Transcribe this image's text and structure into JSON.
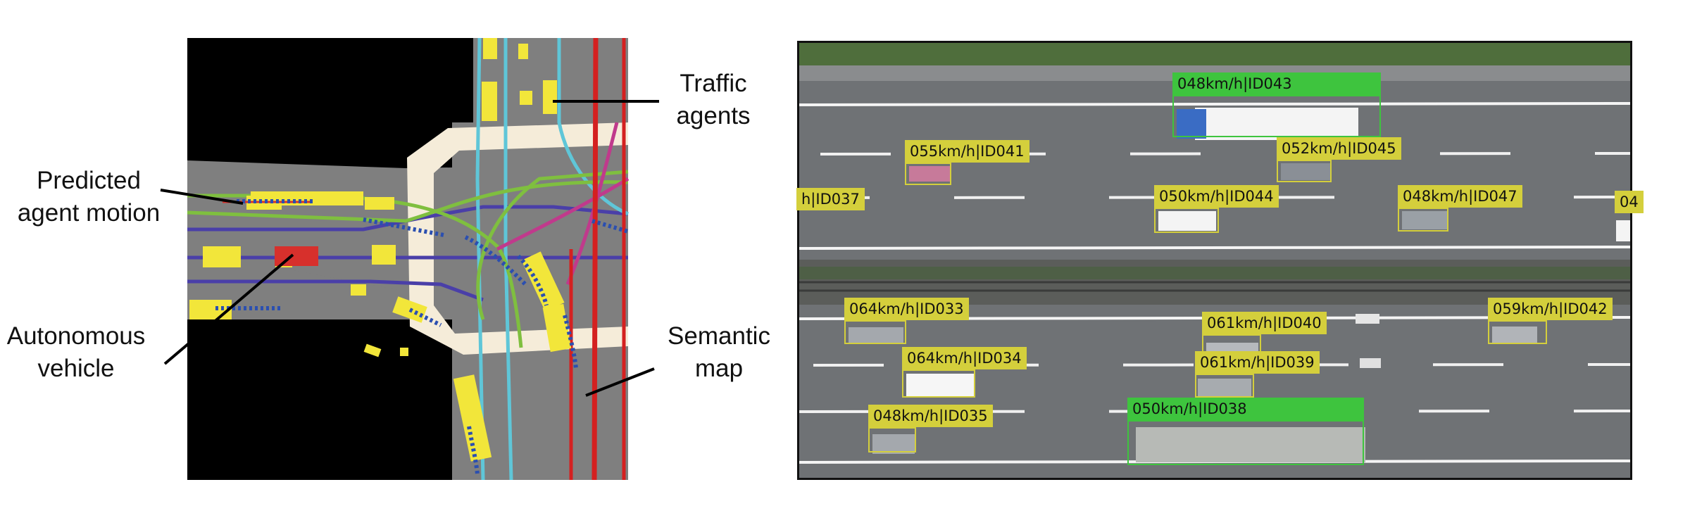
{
  "callouts": {
    "traffic_agents": [
      "Traffic",
      "agents"
    ],
    "predicted_motion": [
      "Predicted",
      "agent motion"
    ],
    "autonomous_vehicle": [
      "Autonomous",
      "vehicle"
    ],
    "semantic_map": [
      "Semantic",
      "map"
    ]
  },
  "detections": [
    {
      "label": "048km/h|ID043",
      "color": "#3ec43e"
    },
    {
      "label": "055km/h|ID041",
      "color": "#d4cf3c"
    },
    {
      "label": "052km/h|ID045",
      "color": "#d4cf3c"
    },
    {
      "label": "h|ID037",
      "color": "#d4cf3c"
    },
    {
      "label": "050km/h|ID044",
      "color": "#d4cf3c"
    },
    {
      "label": "048km/h|ID047",
      "color": "#d4cf3c"
    },
    {
      "label": "04",
      "color": "#d4cf3c"
    },
    {
      "label": "064km/h|ID033",
      "color": "#d4cf3c"
    },
    {
      "label": "061km/h|ID040",
      "color": "#d4cf3c"
    },
    {
      "label": "059km/h|ID042",
      "color": "#d4cf3c"
    },
    {
      "label": "064km/h|ID034",
      "color": "#d4cf3c"
    },
    {
      "label": "061km/h|ID039",
      "color": "#d4cf3c"
    },
    {
      "label": "048km/h|ID035",
      "color": "#d4cf3c"
    },
    {
      "label": "050km/h|ID038",
      "color": "#3ec43e"
    }
  ],
  "colors": {
    "road": "#7f7f7f",
    "crosswalk": "#f5ecd9",
    "agent": "#f2e63a",
    "ego": "#d7302c",
    "prediction": "#2b4fb0",
    "lane_blue": "#4a3fa8",
    "lane_cyan": "#5fc6d8",
    "lane_green": "#7fbf3f",
    "lane_red": "#d42020",
    "lane_magenta": "#c03a8c",
    "asphalt": "#6f7275",
    "grass": "#4f6e3c"
  }
}
